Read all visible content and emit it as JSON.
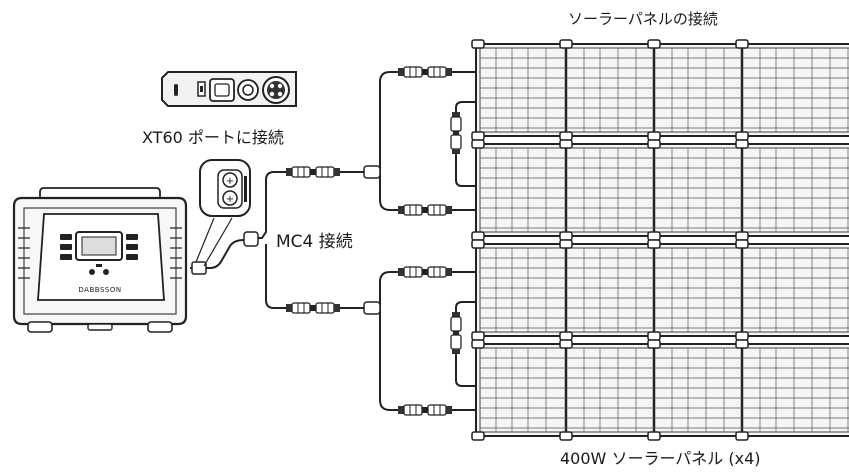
{
  "labels": {
    "solar_connection": "ソーラーパネルの接続",
    "xt60_port": "XT60 ポートに接続",
    "mc4_connection": "MC4 接続",
    "panel_count": "400W ソーラーパネル (x4)",
    "station_brand": "DABBSSON"
  },
  "diagram": {
    "components": [
      "solar-panel",
      "solar-panel",
      "solar-panel",
      "solar-panel",
      "power-station",
      "xt60-input-panel",
      "mc4-y-branch-cable"
    ],
    "panel_count": 4
  },
  "colors": {
    "line": "#222222",
    "panel_fill": "#f4f4f4",
    "text": "#1a1a1a"
  }
}
